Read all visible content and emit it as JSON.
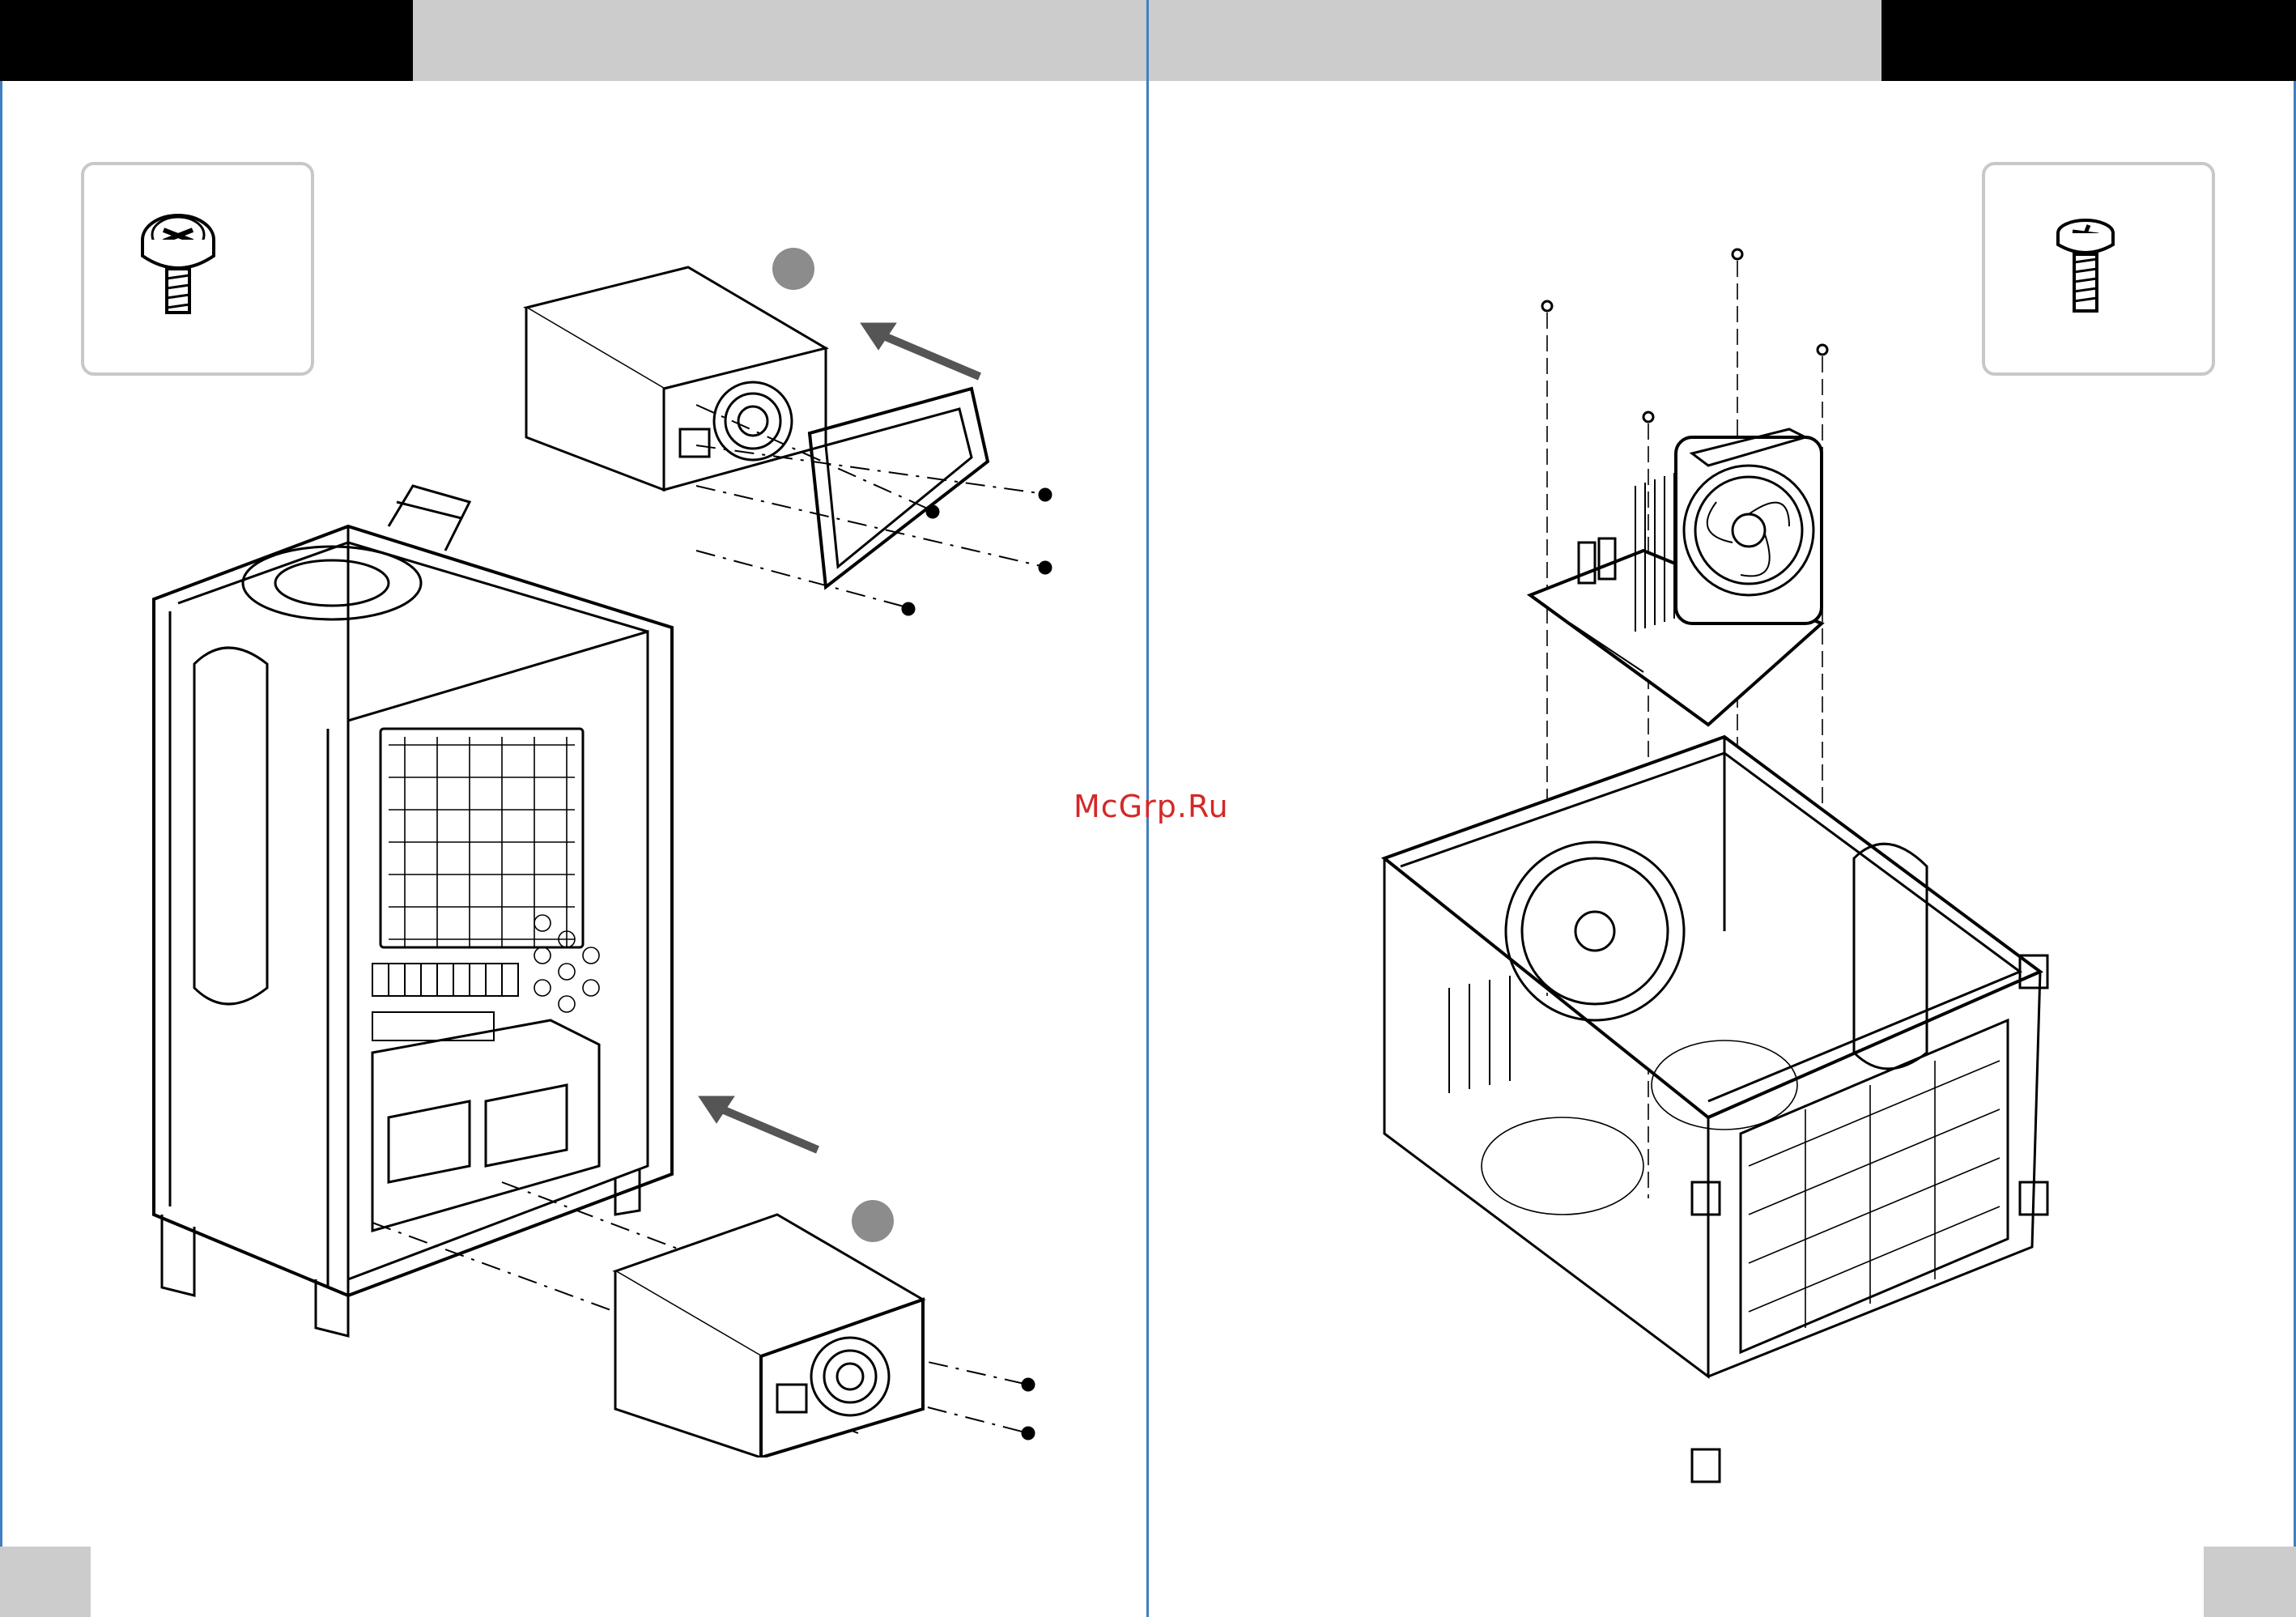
{
  "watermark": {
    "text": "McGrp.Ru"
  },
  "colors": {
    "header_black": "#000000",
    "header_gray": "#cccccc",
    "divider": "#3f7fbf",
    "callout": "#8c8c8c",
    "watermark": "#d42828"
  },
  "left_page": {
    "screw_icon": "screw-pan-washer-icon",
    "illustration": "psu-install-exploded-view",
    "callouts": 2
  },
  "right_page": {
    "screw_icon": "screw-pan-head-icon",
    "illustration": "motherboard-cooler-install-exploded-view"
  }
}
